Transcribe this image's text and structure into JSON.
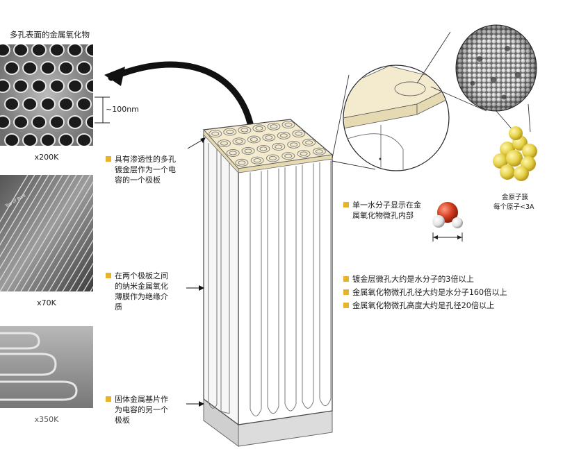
{
  "header": {
    "title": "多孔表面的金属氧化物"
  },
  "scale": {
    "size_label": "~100nm"
  },
  "images": [
    {
      "magnification": "x200K"
    },
    {
      "magnification": "x70K",
      "inset_text": "Top of Pore"
    },
    {
      "magnification": "x350K"
    }
  ],
  "callouts": {
    "porous_plate": [
      "具有渗透性的多孔",
      "镀金层作为一个电",
      "容的一个极板"
    ],
    "dielectric": [
      "在两个极板之间",
      "的纳米金属氧化",
      "薄膜作为绝缘介",
      "质"
    ],
    "base_plate": [
      "固体金属基片作",
      "为电容的另一个",
      "极板"
    ],
    "water": [
      "单一水分子显示在金",
      "属氧化物微孔内部"
    ]
  },
  "cluster": {
    "title": "金原子簇",
    "subtitle": "每个原子<3A"
  },
  "facts": [
    "镀金层微孔大约是水分子的3倍以上",
    "金属氧化物微孔孔径大约是水分子160倍以上",
    "金属氧化物微孔高度大约是孔径20倍以上"
  ],
  "colors": {
    "bullet": "#e8b32a",
    "gold_atom": "#e6d24a",
    "oxygen": "#d23b1f",
    "plate_top": "#f5ecd2",
    "base": "#d9d9d9"
  }
}
